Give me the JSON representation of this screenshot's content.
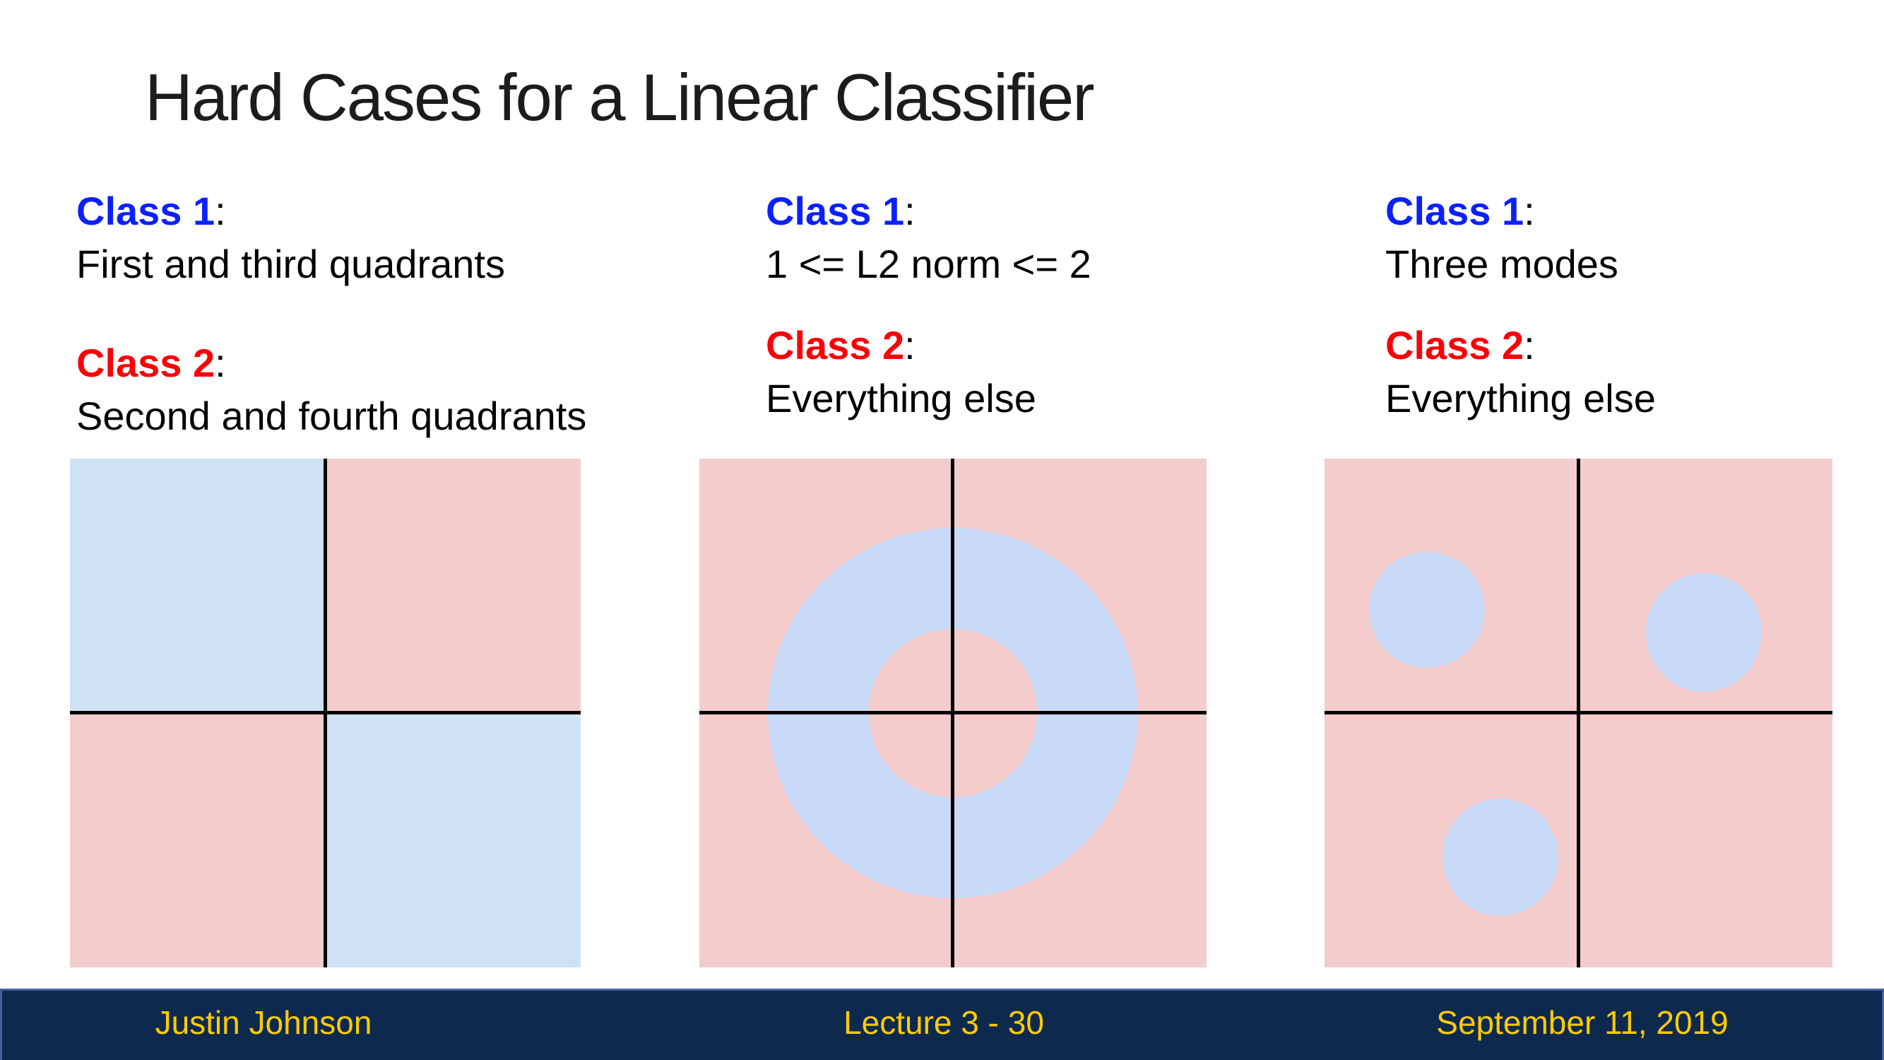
{
  "slide": {
    "title": "Hard Cases for a Linear Classifier"
  },
  "labels": {
    "colon": ":"
  },
  "colors": {
    "class1_text": "#0b21fb",
    "class2_text": "#fb0007",
    "quadrant_blue": "#cfe2f3",
    "blob_blue": "#c9daf8",
    "region_pink": "#f4cccc",
    "axis_black": "#000000",
    "footer_bg": "#0d2a4e",
    "footer_border": "#41639c",
    "footer_text": "#ffcb05"
  },
  "panels": [
    {
      "id": "quadrants",
      "class1_label": "Class 1",
      "class1_desc": "First and third quadrants",
      "class2_label": "Class 2",
      "class2_desc": "Second and fourth quadrants"
    },
    {
      "id": "l2-norm",
      "class1_label": "Class 1",
      "class1_desc": "1 <= L2 norm <= 2",
      "class2_label": "Class 2",
      "class2_desc": "Everything else"
    },
    {
      "id": "three-modes",
      "class1_label": "Class 1",
      "class1_desc": "Three modes",
      "class2_label": "Class 2",
      "class2_desc": "Everything else"
    }
  ],
  "footer": {
    "author": "Justin Johnson",
    "lecture": "Lecture 3 - 30",
    "date": "September 11, 2019"
  }
}
